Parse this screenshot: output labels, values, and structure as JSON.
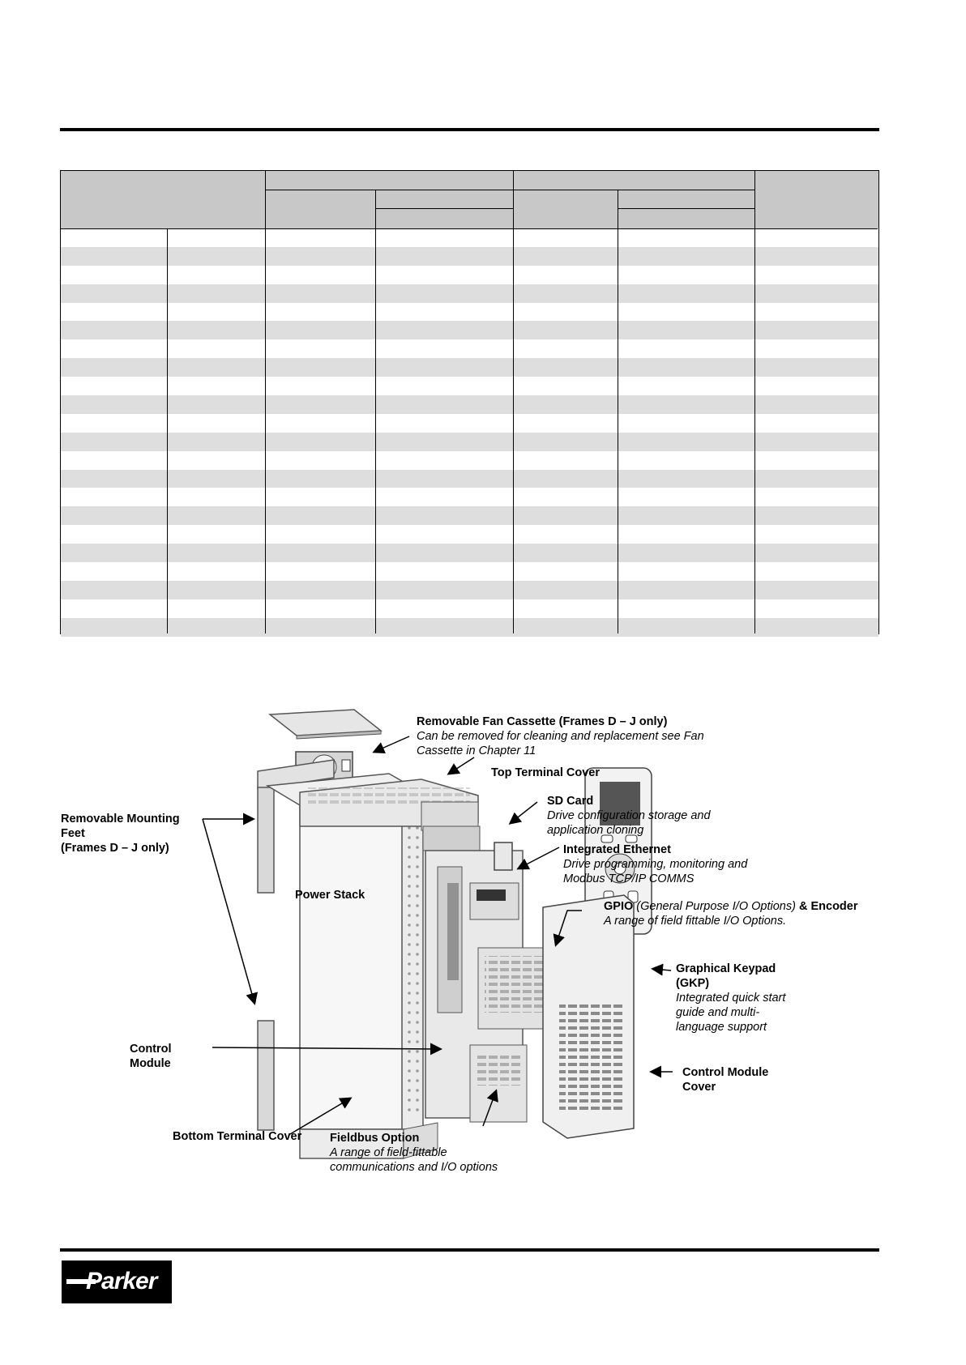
{
  "figure": {
    "fan_cassette": {
      "title": "Removable Fan Cassette (Frames D – J only)",
      "desc_line1": "Can be removed for cleaning and replacement see Fan",
      "desc_line2": "Cassette in Chapter 11"
    },
    "top_terminal_cover": "Top Terminal Cover",
    "sd_card": {
      "title": "SD Card",
      "desc_line1": "Drive configuration storage and",
      "desc_line2": "application cloning"
    },
    "integrated_ethernet": {
      "title": "Integrated Ethernet",
      "desc_line1": "Drive programming,  monitoring and",
      "desc_line2": "Modbus TCP/IP COMMS"
    },
    "mounting_feet": {
      "line1": "Removable Mounting",
      "line2": "Feet",
      "line3": "(Frames D – J only)"
    },
    "power_stack": "Power Stack",
    "gpio": {
      "title_bold": "GPIO",
      "title_italic": "(General Purpose I/O Options)",
      "title_tail": "& Encoder",
      "desc": "A range of field fittable I/O Options."
    },
    "keypad": {
      "line1": "Graphical Keypad",
      "line2": "(GKP)",
      "desc_line1": "Integrated quick start",
      "desc_line2": "guide and multi-",
      "desc_line3": "language support"
    },
    "control_module": {
      "line1": "Control",
      "line2": "Module"
    },
    "control_module_cover": {
      "line1": "Control Module",
      "line2": "Cover"
    },
    "bottom_terminal_cover": "Bottom Terminal Cover",
    "fieldbus": {
      "title": "Fieldbus Option",
      "desc_line1": "A range of field-fittable",
      "desc_line2": "communications and I/O options"
    }
  },
  "logo": {
    "brand": "Parker"
  }
}
